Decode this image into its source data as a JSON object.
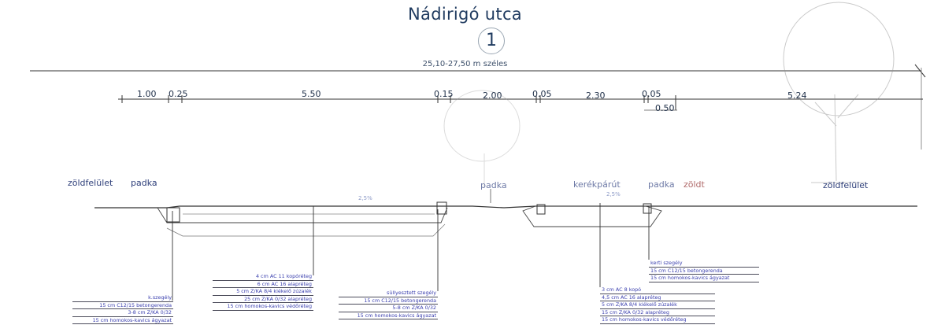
{
  "header": {
    "street_name": "Nádirigó utca",
    "section_number": "1",
    "total_width": "25,10-27,50 m széles"
  },
  "dimensions": [
    "1.00",
    "0.25",
    "5.50",
    "0.15",
    "2.00",
    "0.05",
    "2.30",
    "0.05",
    "0.50",
    "5.24"
  ],
  "zones": {
    "left_green": "zöldfelület",
    "left_bench": "padka",
    "mid_bench": "padka",
    "bike_path": "kerékpárút",
    "right_bench": "padka",
    "right_green_short": "zöldt",
    "right_green": "zöldfelület"
  },
  "slope_labels": [
    "2,5%",
    "2,5%"
  ],
  "layer_blocks": {
    "curb_left": [
      "k.szegély",
      "15 cm C12/15 betongerenda",
      "3-8 cm Z/KA 0/32",
      "15 cm homokos-kavics ágyazat"
    ],
    "road": [
      "4 cm AC 11 kopóréteg",
      "6 cm AC 16 alapréteg",
      "5 cm Z/KA 8/4 kiékelő zúzalék",
      "25 cm Z/KA 0/32 alapréteg",
      "15 cm homokos-kavics védőréteg"
    ],
    "curb_mid": [
      "süllyesztett szegély",
      "15 cm C12/15 betongerenda",
      "5-8 cm Z/KA 0/32",
      "15 cm homokos-kavics ágyazat"
    ],
    "bike": [
      "3 cm AC 8 kopó",
      "4,5 cm AC 16 alapréteg",
      "5 cm Z/KA 8/4 kiékelő zúzalék",
      "15 cm Z/KA 0/32 alapréteg",
      "15 cm homokos-kavics védőréteg"
    ],
    "garden_curb": [
      "kerti szegély",
      "15 cm C12/15 betongerenda",
      "15 cm homokos-kavics ágyazat"
    ]
  }
}
